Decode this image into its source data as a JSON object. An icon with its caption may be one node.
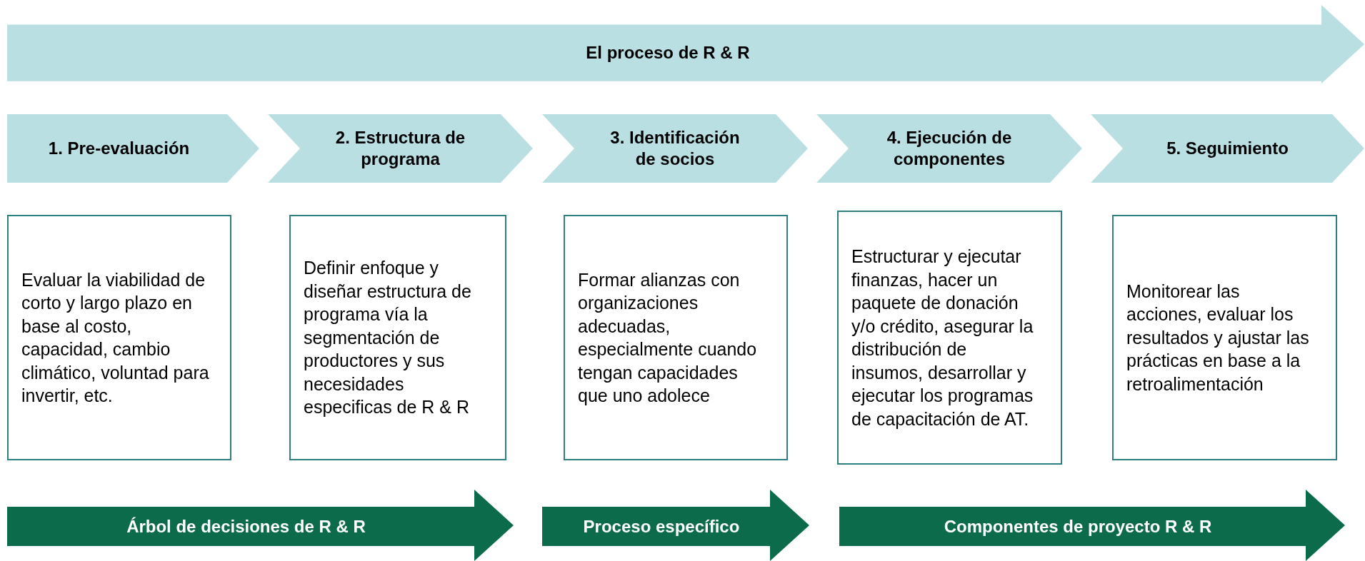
{
  "diagram": {
    "nodes": [
      {
        "text": [
          "El proceso de R & R"
        ]
      },
      {
        "text": [
          "1. Pre-evaluación"
        ]
      },
      {
        "text": [
          "2. Estructura de programa"
        ]
      },
      {
        "text": [
          "3. Identificación de socios"
        ]
      },
      {
        "text": [
          "4. Ejecución de componentes"
        ]
      },
      {
        "text": [
          "5. Seguimiento"
        ]
      },
      {
        "text": [
          "Evaluar la viabilidad de corto y largo plazo en base al costo, capacidad, cambio climático, voluntad para invertir, etc."
        ]
      },
      {
        "text": [
          "Definir enfoque y diseñar estructura de programa vía la segmentación de productores y sus necesidades especificas de R & R"
        ]
      },
      {
        "text": [
          "Formar alianzas con organizaciones adecuadas, especialmente cuando tengan capacidades que uno adolece"
        ]
      },
      {
        "text": [
          "Estructurar y ejecutar finanzas, hacer un paquete de donación y/o crédito, asegurar la distribución de insumos, desarrollar y ejecutar los programas de capacitación de AT."
        ]
      },
      {
        "text": [
          "Monitorear las acciones, evaluar los resultados y ajustar las prácticas en base a la retroalimentación"
        ]
      },
      {
        "text": [
          "Árbol de decisiones de R & R"
        ]
      },
      {
        "text": [
          "Proceso específico"
        ]
      },
      {
        "text": [
          "Componentes de proyecto R & R"
        ]
      }
    ]
  }
}
